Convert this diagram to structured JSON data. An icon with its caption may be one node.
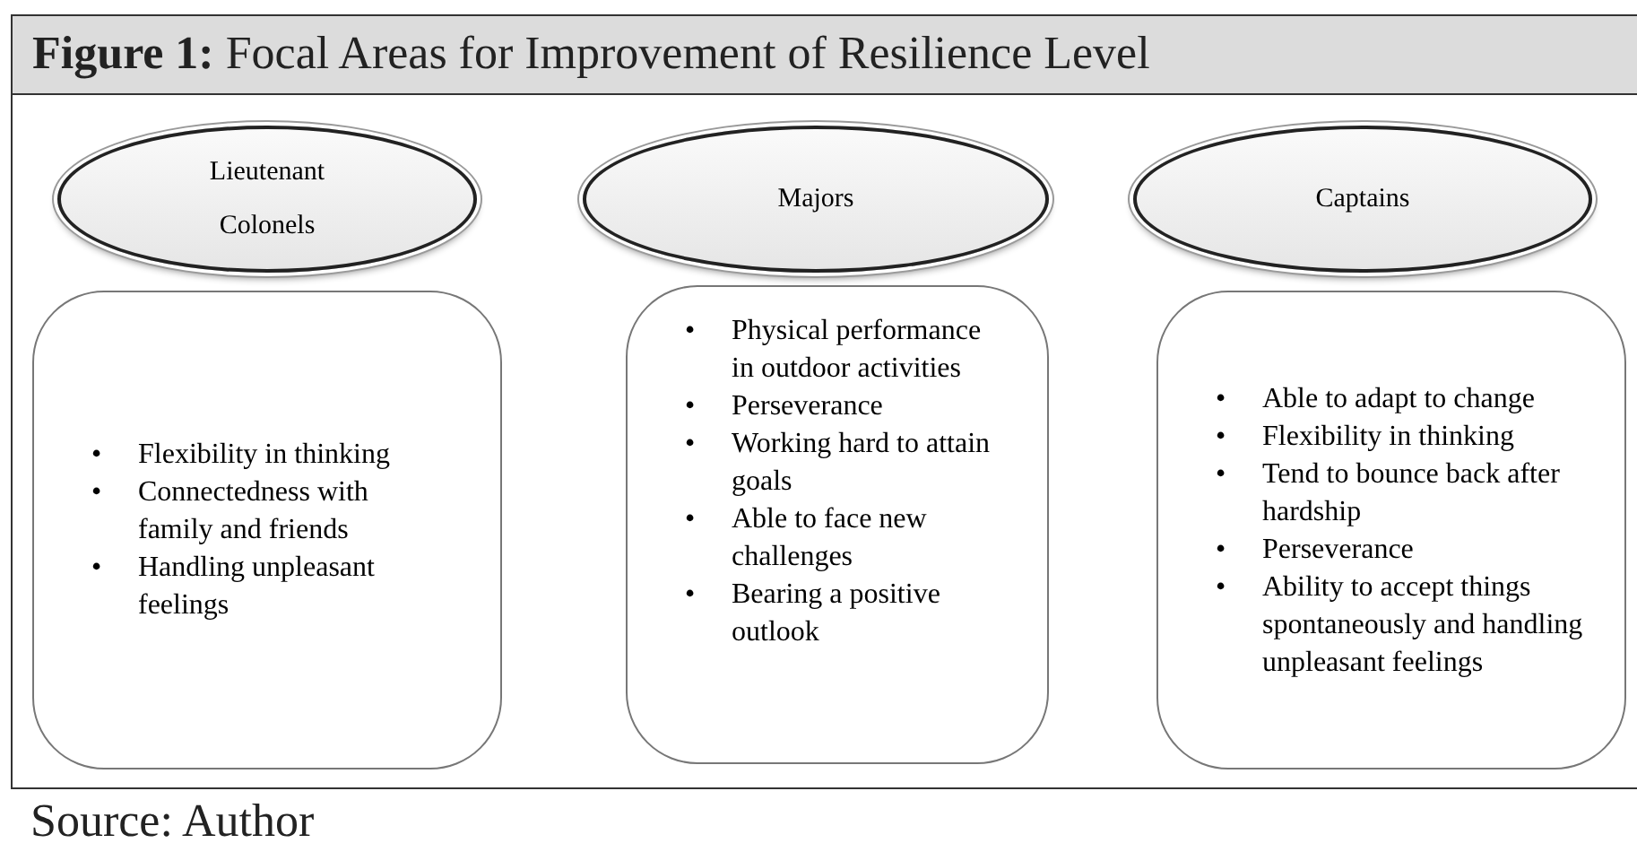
{
  "diagram": {
    "title": "**Figure 1:** Focal Areas for Improvement of Resilience Level",
    "nodes": [
      {
        "text": [
          "Lieutenant Colonels"
        ]
      },
      {
        "text": [
          "Majors"
        ]
      },
      {
        "text": [
          "Captains"
        ]
      },
      {
        "text": [
          "• Flexibility in thinking",
          "• Connectedness with family and friends",
          "• Handling unpleasant feelings"
        ]
      },
      {
        "text": [
          "• Physical performance in outdoor activities",
          "• Perseverance",
          "• Working hard to attain goals",
          "• Able to face new challenges",
          "• Bearing a positive outlook"
        ]
      },
      {
        "text": [
          "• Able to adapt to change",
          "• Flexibility in thinking",
          "• Tend to bounce back after hardship",
          "• Perseverance",
          "• Ability to accept things spontaneously and handling unpleasant feelings"
        ]
      }
    ],
    "caption": "Source: Author"
  }
}
